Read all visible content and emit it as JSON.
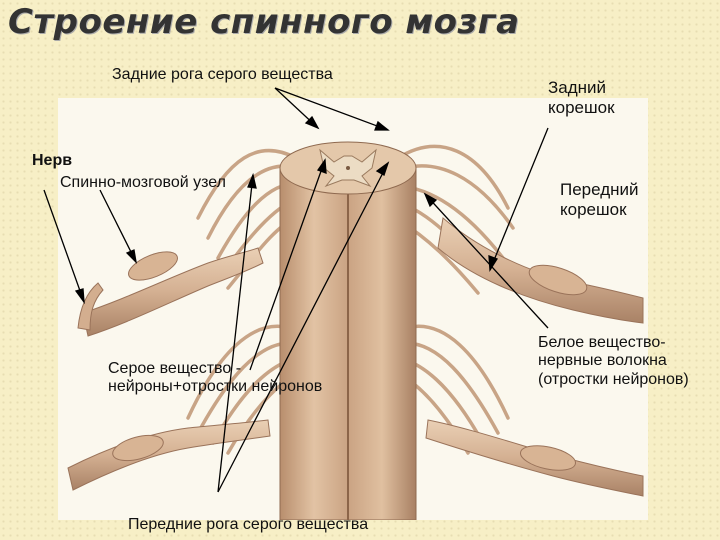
{
  "title": "Строение спинного мозга",
  "labels": {
    "dorsal_horns": "Задние рога серого вещества",
    "dorsal_root_line1": "Задний",
    "dorsal_root_line2": "корешок",
    "nerve": "Нерв",
    "spinal_ganglion": "Спинно-мозговой узел",
    "ventral_root_line1": "Передний",
    "ventral_root_line2": "корешок",
    "white_matter_line1": "Белое вещество-",
    "white_matter_line2": "нервные волокна",
    "white_matter_line3": "(отростки нейронов)",
    "gray_matter_line1": "Серое вещество -",
    "gray_matter_line2": "нейроны+отростки нейронов",
    "ventral_horns": "Передние рога серого вещества"
  },
  "colors": {
    "background": "#f7efc6",
    "nerve_tissue": "#d9b99a",
    "nerve_shadow": "#a07a5e",
    "gray_matter": "#e9d5bb",
    "pointer_line": "#000000"
  }
}
